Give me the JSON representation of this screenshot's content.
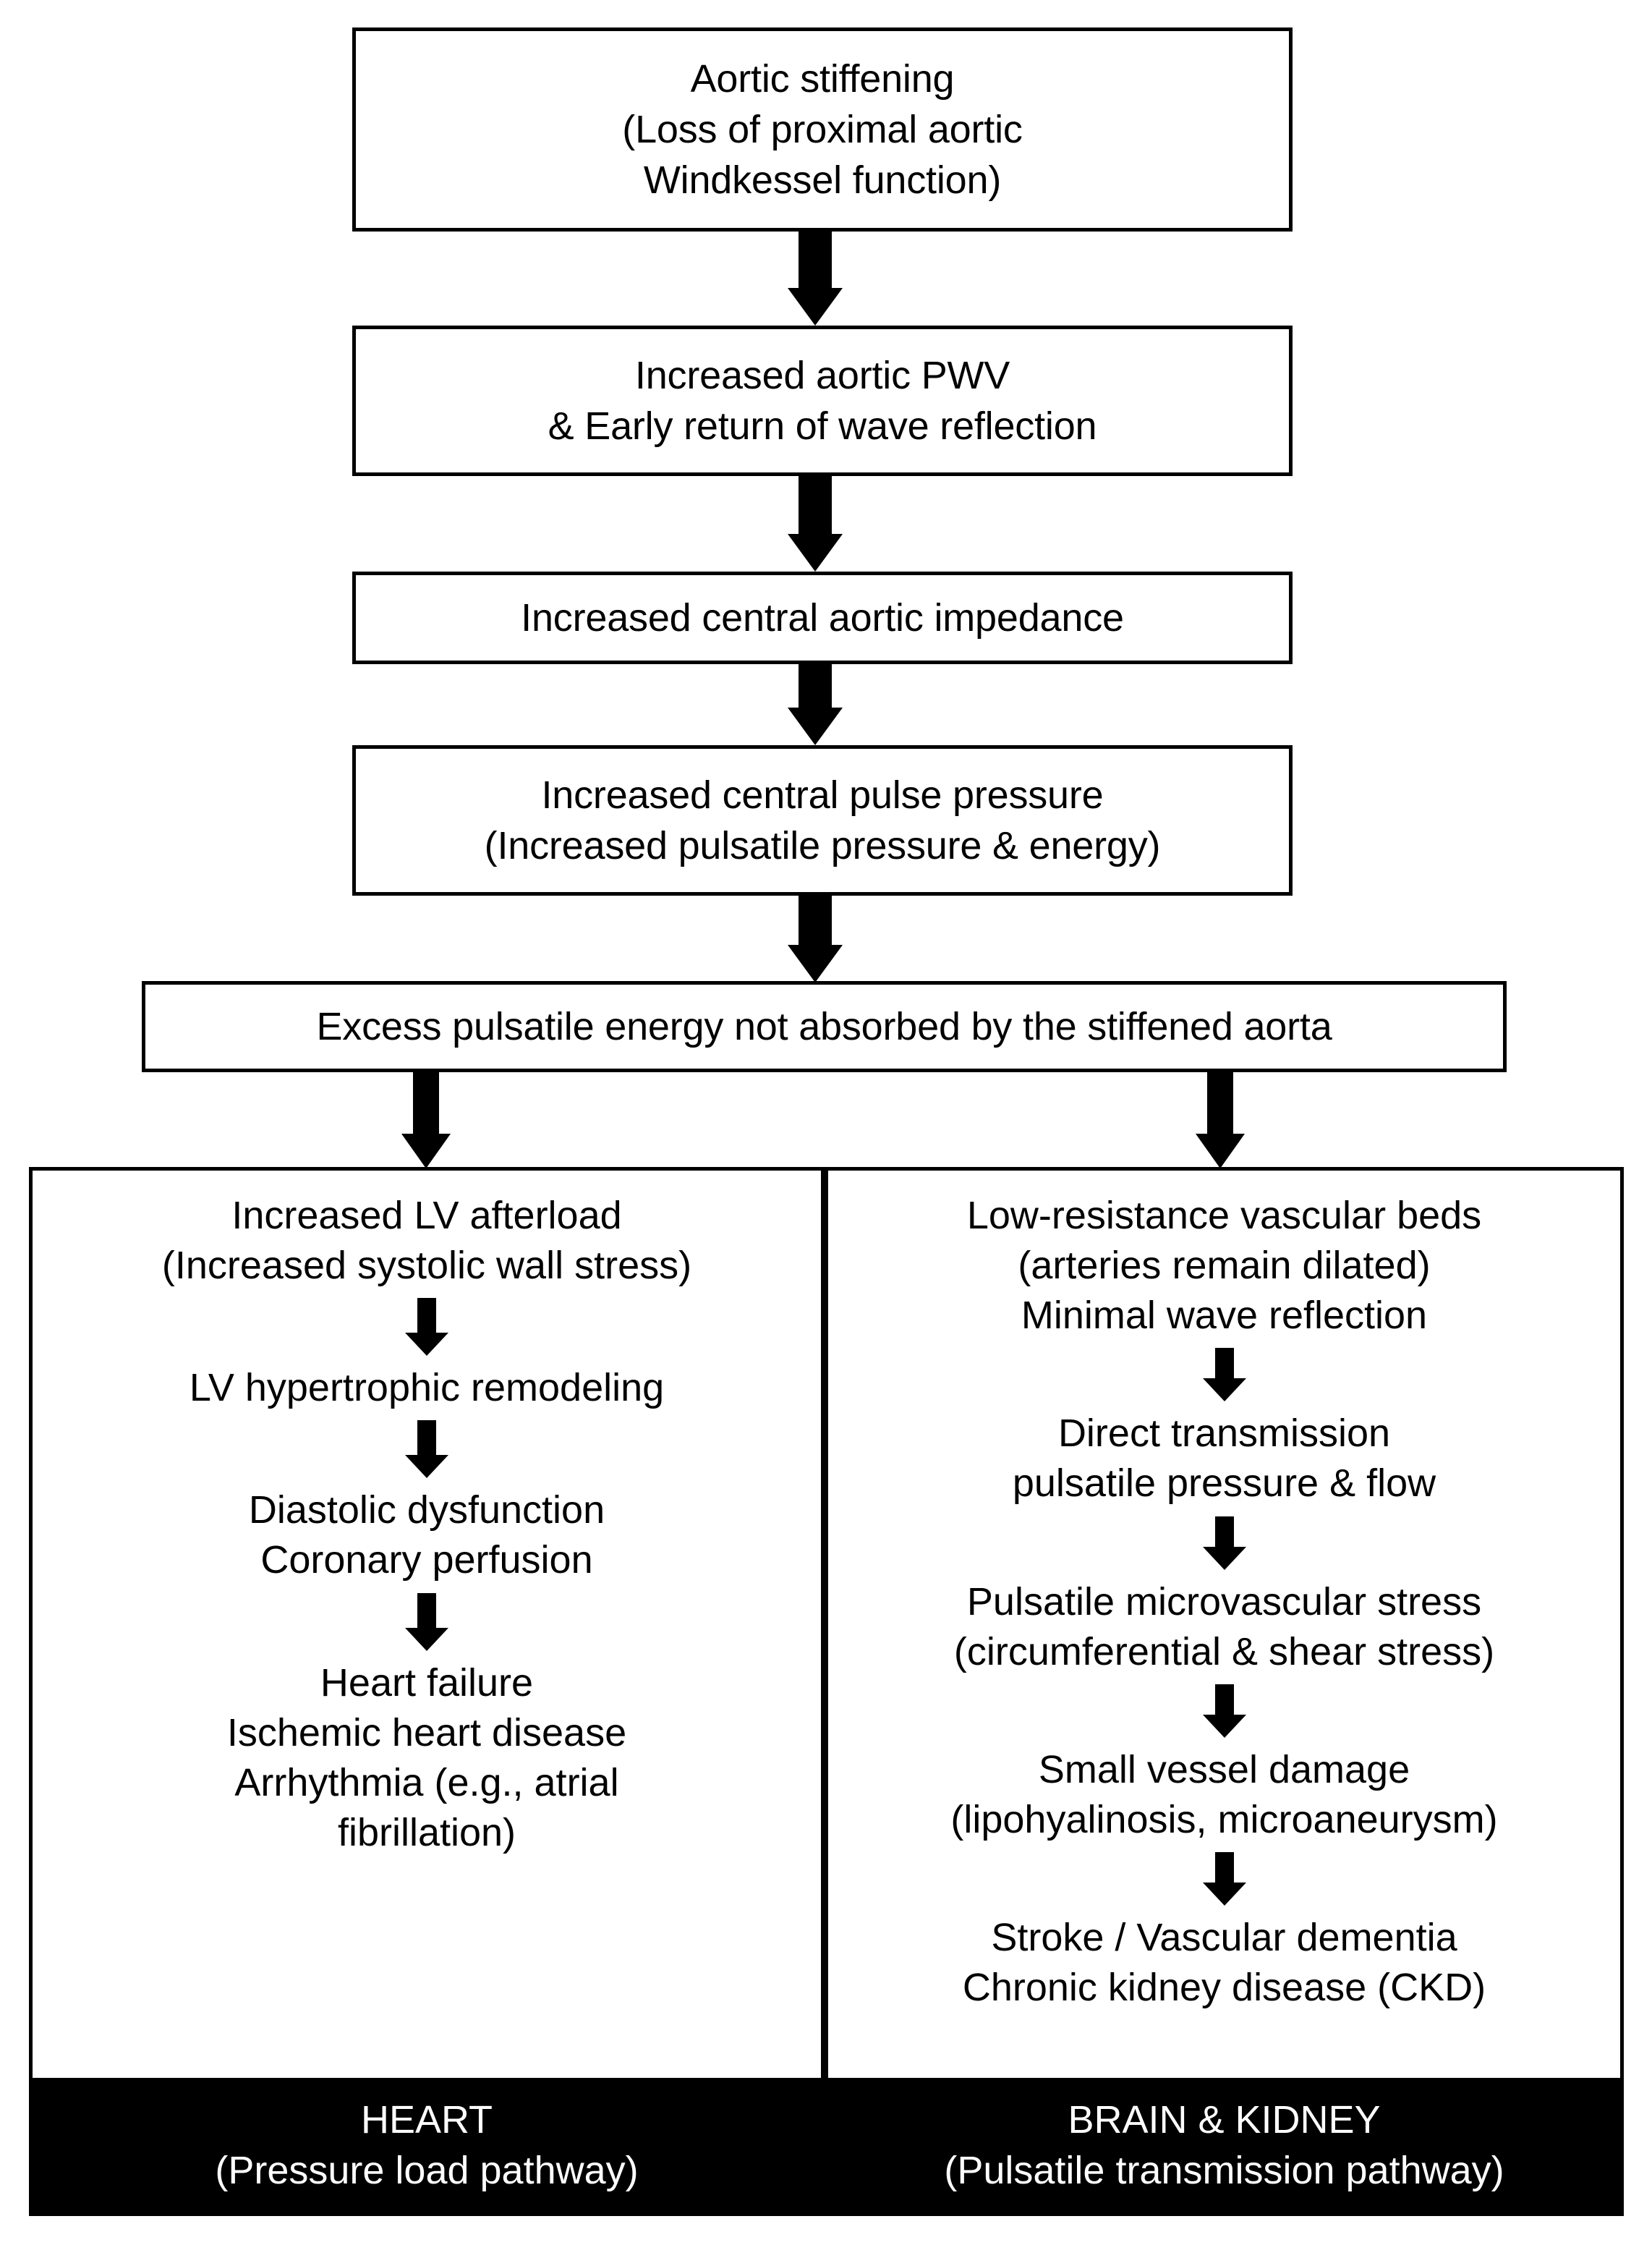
{
  "diagram": {
    "title": "Aortic stiffening pathophysiology cascade",
    "colors": {
      "stroke": "#000000",
      "background": "#ffffff",
      "footer_background": "#000000",
      "footer_text": "#ffffff"
    },
    "trunk": [
      {
        "id": "aortic-stiffening",
        "lines": [
          "Aortic stiffening",
          "(Loss of proximal aortic",
          "Windkessel function)"
        ]
      },
      {
        "id": "increased-pwv",
        "lines": [
          "Increased aortic PWV",
          "& Early return of wave reflection"
        ]
      },
      {
        "id": "central-aortic-impedance",
        "lines": [
          "Increased central aortic impedance"
        ]
      },
      {
        "id": "central-pulse-pressure",
        "lines": [
          "Increased central pulse pressure",
          "(Increased pulsatile pressure & energy)"
        ]
      },
      {
        "id": "excess-pulsatile-energy",
        "lines": [
          "Excess pulsatile energy not absorbed by the stiffened aorta"
        ]
      }
    ],
    "branches": [
      {
        "id": "heart-pathway",
        "steps": [
          "Increased LV afterload\n(Increased  systolic wall stress)",
          "LV hypertrophic remodeling",
          "Diastolic dysfunction\nCoronary perfusion",
          "Heart failure\nIschemic heart disease\nArrhythmia (e.g., atrial\nfibrillation)"
        ],
        "footer": "HEART\n(Pressure load pathway)"
      },
      {
        "id": "brain-kidney-pathway",
        "steps": [
          "Low-resistance vascular beds\n(arteries remain dilated)\nMinimal wave reflection",
          "Direct transmission\npulsatile pressure & flow",
          "Pulsatile microvascular stress\n(circumferential & shear stress)",
          "Small vessel damage\n(lipohyalinosis, microaneurysm)",
          "Stroke / Vascular dementia\nChronic kidney disease (CKD)"
        ],
        "footer": "BRAIN & KIDNEY\n(Pulsatile transmission pathway)"
      }
    ]
  }
}
